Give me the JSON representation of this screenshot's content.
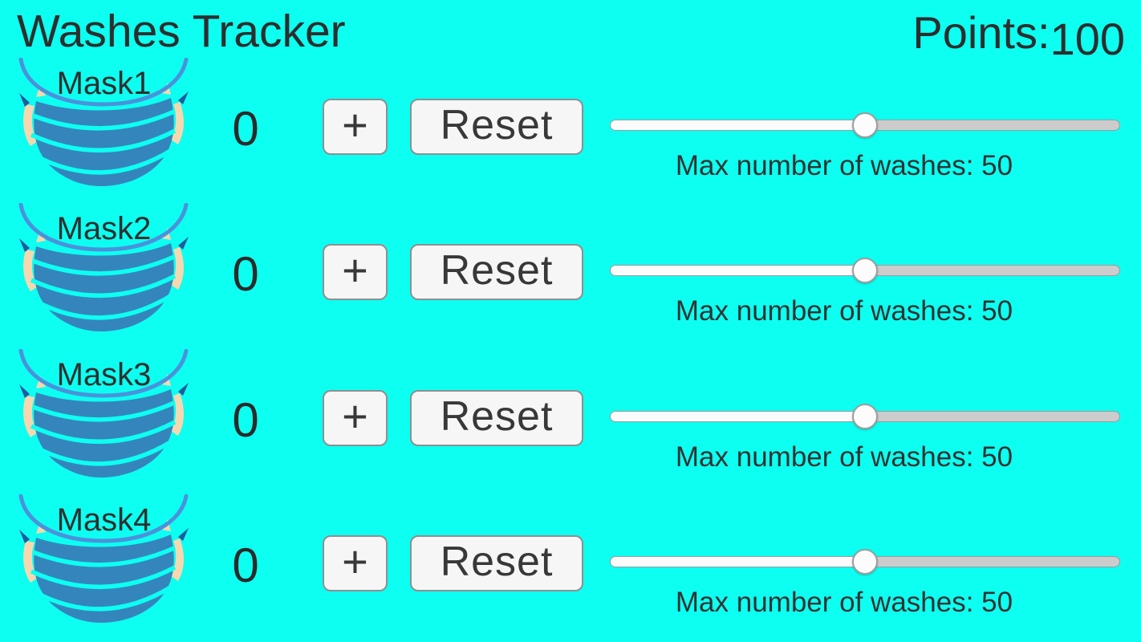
{
  "header": {
    "title": "Washes Tracker",
    "points_label": "Points:",
    "points_value": "100"
  },
  "rows": [
    {
      "mask_label": "Mask1",
      "count": "0",
      "plus_label": "+",
      "reset_label": "Reset",
      "max_text": "Max number of washes: 50",
      "max_washes": 50,
      "slider_percent": 50
    },
    {
      "mask_label": "Mask2",
      "count": "0",
      "plus_label": "+",
      "reset_label": "Reset",
      "max_text": "Max number of washes: 50",
      "max_washes": 50,
      "slider_percent": 50
    },
    {
      "mask_label": "Mask3",
      "count": "0",
      "plus_label": "+",
      "reset_label": "Reset",
      "max_text": "Max number of washes: 50",
      "max_washes": 50,
      "slider_percent": 50
    },
    {
      "mask_label": "Mask4",
      "count": "0",
      "plus_label": "+",
      "reset_label": "Reset",
      "max_text": "Max number of washes: 50",
      "max_washes": 50,
      "slider_percent": 50
    }
  ],
  "colors": {
    "background": "#0dfff1",
    "text": "#2e2e2e",
    "mask_body": "#3585bd",
    "mask_strap": "#4a92db",
    "mask_ear": "#f5d8b0",
    "button_bg": "#f6f6f6",
    "button_border": "#8f8f8f",
    "track_fill": "#fbfbfb",
    "track_rest": "#cccccc"
  }
}
